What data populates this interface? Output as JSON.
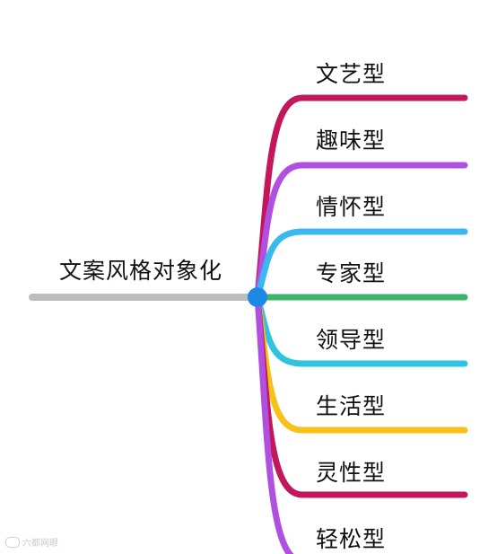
{
  "root": {
    "label": "文案风格对象化",
    "line_color": "#bdbdbd",
    "node_color": "#1e88e5"
  },
  "branches": [
    {
      "label": "文艺型",
      "color": "#c2185b"
    },
    {
      "label": "趣味型",
      "color": "#b050e0"
    },
    {
      "label": "情怀型",
      "color": "#3ab8f0"
    },
    {
      "label": "专家型",
      "color": "#3cb46a"
    },
    {
      "label": "领导型",
      "color": "#2ec4e0"
    },
    {
      "label": "生活型",
      "color": "#f6c21a"
    },
    {
      "label": "灵性型",
      "color": "#c2185b"
    },
    {
      "label": "轻松型",
      "color": "#b050e0"
    }
  ],
  "watermark": {
    "text": "六都网眼"
  }
}
